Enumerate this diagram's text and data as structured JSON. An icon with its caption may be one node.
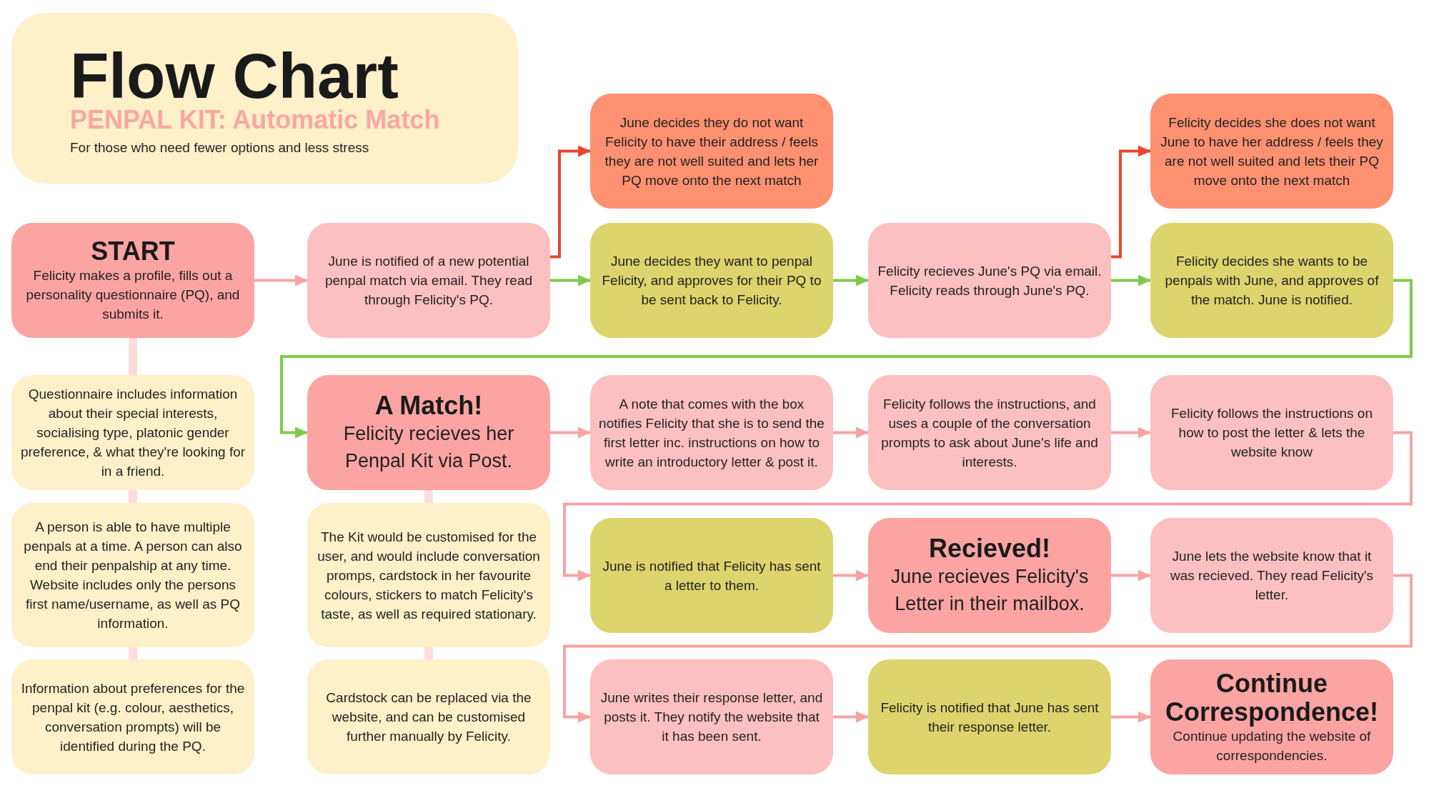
{
  "diagram": {
    "title": "Flow Chart",
    "labels": [
      "PENPAL KIT: Automatic Match",
      "For those who need fewer options and less stress"
    ],
    "nodes": [
      {
        "text": [
          "START",
          "Felicity makes a profile, fills out a personality questionnaire (PQ), and submits it."
        ]
      },
      {
        "text": [
          "June is notified of a new potential penpal match via email. They read through Felicity's PQ."
        ]
      },
      {
        "text": [
          "June decides they do not want Felicity to have their address / feels they are not well suited and lets her PQ move onto the next match"
        ]
      },
      {
        "text": [
          "June decides they want to penpal Felicity, and approves for their PQ to be sent back to Felicity."
        ]
      },
      {
        "text": [
          "Felicity recieves June's PQ via email. Felicity reads through June's PQ."
        ]
      },
      {
        "text": [
          "Felicity decides she does not want June to have her address / feels they are not well suited and lets their PQ move onto the next match"
        ]
      },
      {
        "text": [
          "Felicity decides she wants to be penpals with June, and approves of the match. June is notified."
        ]
      },
      {
        "text": [
          "Questionnaire includes information about their special interests, socialising type, platonic gender preference, & what they're looking for in a friend."
        ]
      },
      {
        "text": [
          "A Match!",
          "Felicity recieves her Penpal Kit via Post."
        ]
      },
      {
        "text": [
          "A note that comes with the box notifies Felicity that she is to send the first letter inc. instructions on how to write an introductory letter & post it."
        ]
      },
      {
        "text": [
          "Felicity follows the instructions, and uses a couple of the conversation prompts to ask about June's life and interests."
        ]
      },
      {
        "text": [
          "Felicity follows the instructions on how to post the letter & lets the website know"
        ]
      },
      {
        "text": [
          "A person is able to have multiple penpals at a time. A person can also end their penpalship at any time. Website includes only the persons first name/username, as well as PQ information."
        ]
      },
      {
        "text": [
          "The Kit would be customised for the user, and would include conversation promps, cardstock in her favourite colours, stickers to match Felicity's taste, as well as required stationary."
        ]
      },
      {
        "text": [
          "June is notified that Felicity has sent a letter to them."
        ]
      },
      {
        "text": [
          "Recieved!",
          "June recieves Felicity's Letter in their mailbox."
        ]
      },
      {
        "text": [
          "June lets the website know that it was recieved. They read Felicity's letter."
        ]
      },
      {
        "text": [
          "Information about preferences for the penpal kit (e.g. colour, aesthetics, conversation prompts) will be identified during the PQ."
        ]
      },
      {
        "text": [
          "Cardstock can be replaced via the website, and can be customised further manually by Felicity."
        ]
      },
      {
        "text": [
          "June writes their response letter, and posts it. They notify the website that it has been sent."
        ]
      },
      {
        "text": [
          "Felicity is notified that June has sent their response letter."
        ]
      },
      {
        "text": [
          "Continue Correspondence!",
          "Continue updating the website of correspondencies."
        ]
      }
    ],
    "edges": [
      {
        "from": 0,
        "to": 1,
        "arrow": "to"
      },
      {
        "from": 1,
        "to": 2,
        "arrow": "to",
        "color": "#e8472b"
      },
      {
        "from": 1,
        "to": 3,
        "arrow": "to",
        "color": "#7ecb4a"
      },
      {
        "from": 3,
        "to": 4,
        "arrow": "to",
        "color": "#7ecb4a"
      },
      {
        "from": 4,
        "to": 5,
        "arrow": "to",
        "color": "#e8472b"
      },
      {
        "from": 4,
        "to": 6,
        "arrow": "to",
        "color": "#7ecb4a"
      },
      {
        "from": 6,
        "to": 8,
        "arrow": "to",
        "color": "#7ecb4a"
      },
      {
        "from": 8,
        "to": 9,
        "arrow": "to"
      },
      {
        "from": 9,
        "to": 10,
        "arrow": "to"
      },
      {
        "from": 10,
        "to": 11,
        "arrow": "to"
      },
      {
        "from": 11,
        "to": 14,
        "arrow": "to"
      },
      {
        "from": 14,
        "to": 15,
        "arrow": "to"
      },
      {
        "from": 15,
        "to": 16,
        "arrow": "to"
      },
      {
        "from": 16,
        "to": 19,
        "arrow": "to"
      },
      {
        "from": 19,
        "to": 20,
        "arrow": "to"
      },
      {
        "from": 20,
        "to": 21,
        "arrow": "to"
      },
      {
        "from": 0,
        "to": 7,
        "arrow": "none",
        "style": "thick",
        "color": "#fddcdc"
      },
      {
        "from": 7,
        "to": 12,
        "arrow": "none",
        "style": "thick",
        "color": "#fddcdc"
      },
      {
        "from": 12,
        "to": 17,
        "arrow": "none",
        "style": "thick",
        "color": "#fddcdc"
      },
      {
        "from": 8,
        "to": 13,
        "arrow": "none",
        "style": "thick",
        "color": "#fddcdc"
      },
      {
        "from": 13,
        "to": 18,
        "arrow": "none",
        "style": "thick",
        "color": "#fddcdc"
      }
    ]
  }
}
